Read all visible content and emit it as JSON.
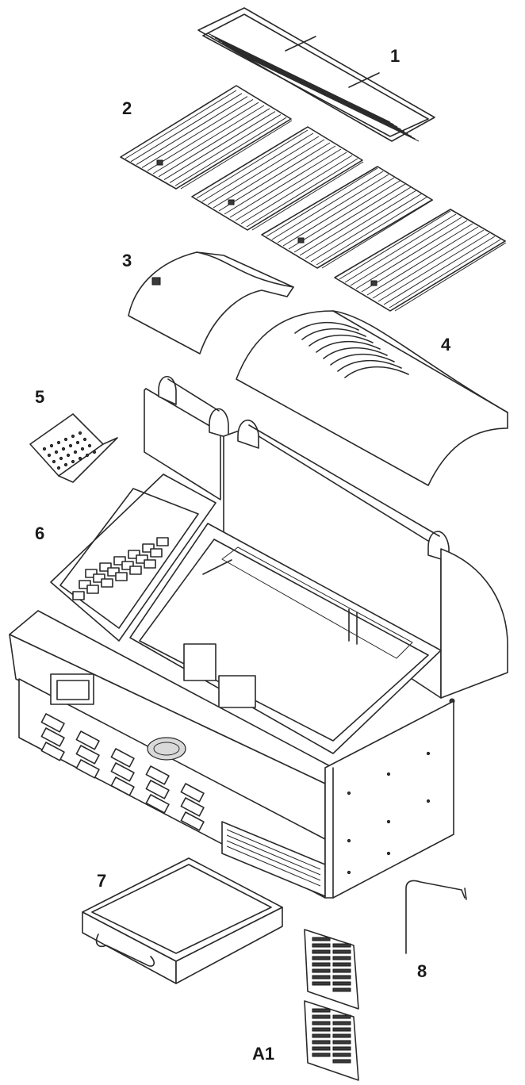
{
  "parts": [
    {
      "id": "part-1",
      "label": "1"
    },
    {
      "id": "part-2",
      "label": "2"
    },
    {
      "id": "part-3",
      "label": "3"
    },
    {
      "id": "part-4",
      "label": "4"
    },
    {
      "id": "part-5",
      "label": "5"
    },
    {
      "id": "part-6",
      "label": "6"
    },
    {
      "id": "part-7",
      "label": "7"
    },
    {
      "id": "part-8",
      "label": "8"
    },
    {
      "id": "part-a1",
      "label": "A1"
    }
  ]
}
